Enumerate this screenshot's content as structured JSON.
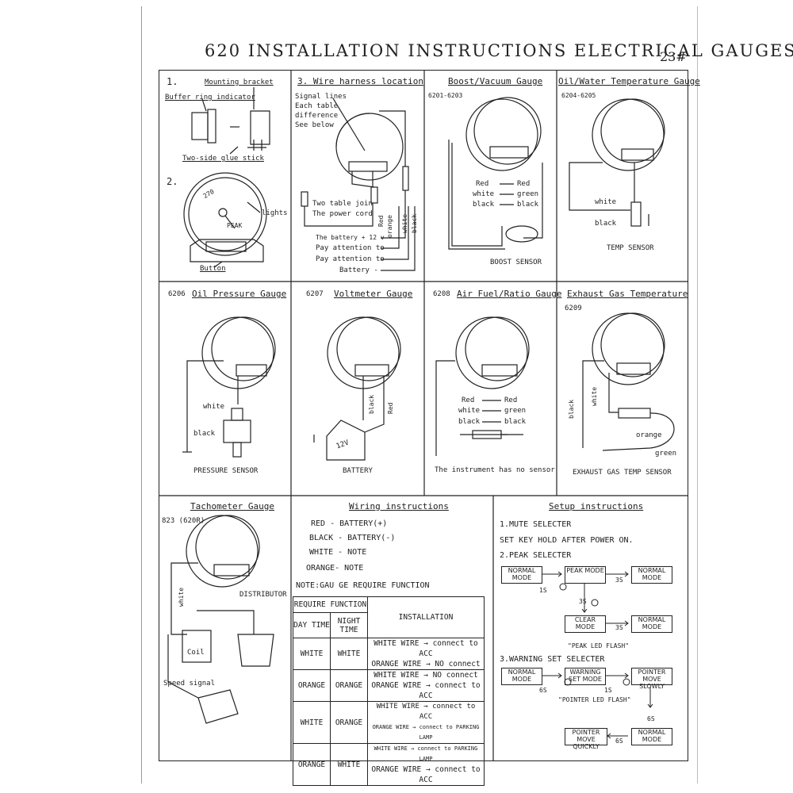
{
  "header": {
    "title": "620  INSTALLATION INSTRUCTIONS ELECTRICAL GAUGES",
    "page_no": "23#"
  },
  "panel1": {
    "step1": "1.",
    "mounting_bracket": "Mounting bracket",
    "buffer_ring": "Buffer ring  indicator",
    "glue_stick": "Two-side glue stick",
    "step2": "2.",
    "gauge_num": "270",
    "lights": "lights",
    "peak": "PEAK",
    "button": "Button"
  },
  "panel3": {
    "title": "3. Wire harness location",
    "signal_lines": "Signal lines",
    "each_table": "Each table",
    "difference": "difference",
    "see_below": "See below",
    "two_table": "Two table join",
    "power_cord": "The power cord",
    "battery12": "The battery + 12 v",
    "attn1": "Pay attention to",
    "attn2": "Pay attention to",
    "battery_neg": "Battery -",
    "wires": [
      "Red",
      "orange",
      "white",
      "black"
    ]
  },
  "boost": {
    "title": "Boost/Vacuum Gauge",
    "model": "6201-6203",
    "map": [
      [
        "Red",
        "Red"
      ],
      [
        "white",
        "green"
      ],
      [
        "black",
        "black"
      ]
    ],
    "sensor": "BOOST SENSOR"
  },
  "oilwater": {
    "title": "Oil/Water Temperature Gauge",
    "model": "6204-6205",
    "white": "white",
    "black": "black",
    "sensor": "TEMP SENSOR"
  },
  "oilpress": {
    "model": "6206",
    "title": "Oil Pressure Gauge",
    "white": "white",
    "black": "black",
    "sensor": "PRESSURE SENSOR"
  },
  "volt": {
    "model": "6207",
    "title": "Voltmeter Gauge",
    "black": "black",
    "red": "Red",
    "v": "12V",
    "sensor": "BATTERY"
  },
  "afr": {
    "model": "6208",
    "title": "Air Fuel/Ratio Gauge",
    "map": [
      [
        "Red",
        "Red"
      ],
      [
        "white",
        "green"
      ],
      [
        "black",
        "black"
      ]
    ],
    "sensor": "The instrument has no sensor"
  },
  "egt": {
    "title": "Exhaust Gas Temperature",
    "model": "6209",
    "black": "black",
    "white": "white",
    "orange": "orange",
    "green": "green",
    "sensor": "EXHAUST GAS TEMP SENSOR"
  },
  "tacho": {
    "title": "Tachometer Gauge",
    "model": "823 (620R)",
    "white": "white",
    "distributor": "DISTRIBUTOR",
    "coil": "Coil",
    "speed": "Speed signal"
  },
  "wiring": {
    "title": "Wiring instructions",
    "lines": [
      "RED  - BATTERY(+)",
      "BLACK - BATTERY(-)",
      "WHITE - NOTE",
      "ORANGE- NOTE"
    ],
    "note": "NOTE:GAU GE REQUIRE FUNCTION",
    "table": {
      "require": "REQUIRE FUNCTION",
      "day": "DAY TIME",
      "night": "NIGHT TIME",
      "install": "INSTALLATION",
      "rows": [
        [
          "WHITE",
          "WHITE",
          "WHITE WIRE → connect to ACC",
          "ORANGE WIRE → NO connect"
        ],
        [
          "ORANGE",
          "ORANGE",
          "WHITE WIRE → NO connect",
          "ORANGE WIRE → connect to ACC"
        ],
        [
          "WHITE",
          "ORANGE",
          "WHITE WIRE → connect to ACC",
          "ORANGE WIRE → connect to PARKING LAMP"
        ],
        [
          "ORANGE",
          "WHITE",
          "WHITE WIRE → connect to PARKING LAMP",
          "ORANGE WIRE → connect to ACC"
        ]
      ]
    }
  },
  "setup": {
    "title": "Setup instructions",
    "mute": "1.MUTE SELECTER",
    "key": "SET KEY HOLD AFTER POWER ON.",
    "peak_sel": "2.PEAK SELECTER",
    "normal": "NORMAL MODE",
    "peak_mode": "PEAK MODE",
    "clear": "CLEAR MODE",
    "t1s": "1S",
    "t3s": "3S",
    "t3s_b": "3S",
    "t3s_c": "3S",
    "peak_flash": "\"PEAK LED FLASH\"",
    "warn_sel": "3.WARNING SET SELECTER",
    "warn_mode": "WARNING SET MODE",
    "pointer_slow": "POINTER MOVE SLOWLY",
    "t6s": "6S",
    "t1s_b": "1S",
    "pointer_flash": "\"POINTER LED FLASH\"",
    "t6s_b": "6S",
    "pointer_quick": "POINTER MOVE QUICKLY",
    "t6s_c": "6S"
  }
}
